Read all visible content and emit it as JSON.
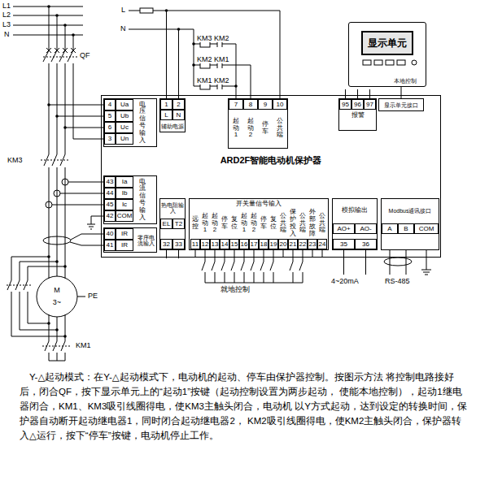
{
  "diagram": {
    "caption": "Y-△起动模式：在Y-△起动模式下，电动机的起动、停车由保护器控制。按图示方法 将控制电路接好后，闭合QF，按下显示单元上的“起动1”按键（起动控制设置为两步起动， 使能本地控制），起动1继电器闭合，KM1、KM3吸引线圈得电，使KM3主触头闭合，电动机 以Y方式起动，达到设定的转换时间，保护器自动断开起动继电器1，同时闭合起动继电器2， KM2吸引线圈得电，使KM2主触头闭合，保护器转入△运行，按下“停车”按键，电动机停止工作。",
    "nodes": [
      {
        "text": [
          "本地控制"
        ]
      },
      {
        "text": [
          "显示单元"
        ],
        "in": 0
      },
      {
        "text": [
          "ARD2F智能电动机保护器"
        ]
      },
      {
        "text": [
          "4",
          "Ua",
          "5",
          "Ub",
          "6",
          "Uc",
          "3",
          "Un",
          "电压信号输入"
        ],
        "in": 2
      },
      {
        "text": [
          "1",
          "2",
          "L",
          "N",
          "辅助电源"
        ],
        "in": 2
      },
      {
        "text": [
          "7",
          "8",
          "9",
          "10",
          "起动1",
          "起动2",
          "停车",
          "公共端"
        ],
        "in": 2
      },
      {
        "text": [
          "95",
          "96",
          "97",
          "报警"
        ],
        "in": 2
      },
      {
        "text": [
          "显示单元接口"
        ],
        "in": 2
      },
      {
        "text": [
          "43",
          "Ia",
          "44",
          "Ib",
          "45",
          "Ic",
          "42",
          "COM",
          "电流信号输入"
        ],
        "in": 2
      },
      {
        "text": [
          "40",
          "IR",
          "41",
          "IR",
          "零序电流输入"
        ],
        "in": 2
      },
      {
        "text": [
          "热电阻输入",
          "EL",
          "T2",
          "32",
          "33"
        ],
        "in": 2
      },
      {
        "text": [
          "开关量信号输入",
          "远控",
          "起动1",
          "起动2",
          "停车",
          "复位",
          "起动1",
          "起动2",
          "停车",
          "复位",
          "公共端",
          "保护投入",
          "公共端",
          "外部故障",
          "公共端",
          "11",
          "12",
          "13",
          "14",
          "15",
          "16",
          "17",
          "18",
          "19",
          "20",
          "21",
          "22",
          "23",
          "24"
        ],
        "in": 2
      },
      {
        "text": [
          "模拟输出",
          "AO+",
          "AO-",
          "35",
          "36"
        ],
        "in": 2
      },
      {
        "text": [
          "Modbus通讯接口",
          "A",
          "B",
          "COM"
        ],
        "in": 2
      }
    ],
    "edges": [
      {
        "from": 7,
        "to": 0,
        "arrow": "none"
      }
    ],
    "labels": [
      "L1",
      "L2",
      "L3",
      "N",
      "QF",
      "KM3",
      "L",
      "N",
      "KM3",
      "KM2",
      "KM2",
      "KM1",
      "KM1",
      "KM2",
      "M",
      "3~",
      "PE",
      "KM1",
      "就地控制",
      "4~20mA",
      "RS-485"
    ]
  }
}
